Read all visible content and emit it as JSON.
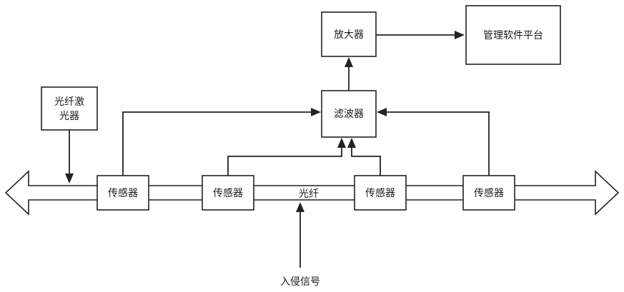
{
  "nodes": {
    "laser": {
      "line1": "光纤激",
      "line2": "光器"
    },
    "amplifier": "放大器",
    "platform": "管理软件平台",
    "filter": "滤波器",
    "sensor_1": "传感器",
    "sensor_2": "传感器",
    "sensor_3": "传感器",
    "sensor_4": "传感器"
  },
  "fiber_label": "光纤",
  "intrusion_label": "入侵信号",
  "colors": {
    "stroke": "#222222",
    "background": "#ffffff"
  }
}
